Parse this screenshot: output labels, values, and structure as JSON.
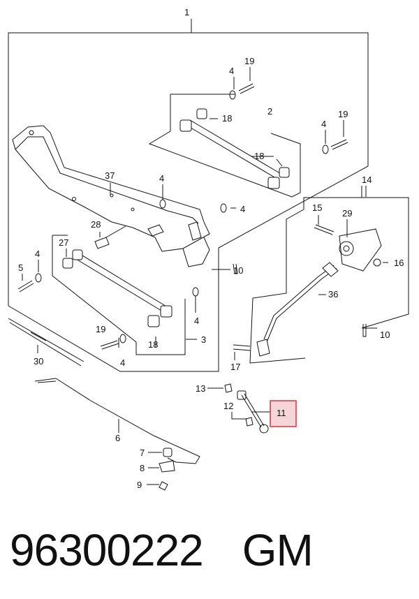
{
  "callouts": {
    "c1": "1",
    "c2": "2",
    "c3": "3",
    "c4a": "4",
    "c4b": "4",
    "c4c": "4",
    "c4d": "4",
    "c4e": "4",
    "c4f": "4",
    "c4g": "4",
    "c5": "5",
    "c6": "6",
    "c7": "7",
    "c8": "8",
    "c9": "9",
    "c10a": "10",
    "c10b": "10",
    "c11": "11",
    "c12": "12",
    "c13": "13",
    "c14": "14",
    "c15": "15",
    "c16": "16",
    "c17": "17",
    "c18a": "18",
    "c18b": "18",
    "c18c": "18",
    "c19a": "19",
    "c19b": "19",
    "c19c": "19",
    "c27": "27",
    "c28": "28",
    "c29": "29",
    "c30": "30",
    "c36": "36",
    "c37": "37"
  },
  "footer": {
    "part_number": "96300222",
    "brand": "GM"
  },
  "colors": {
    "line": "#111111",
    "highlight_border": "#e0323c",
    "highlight_fill": "#f5d5d7"
  }
}
